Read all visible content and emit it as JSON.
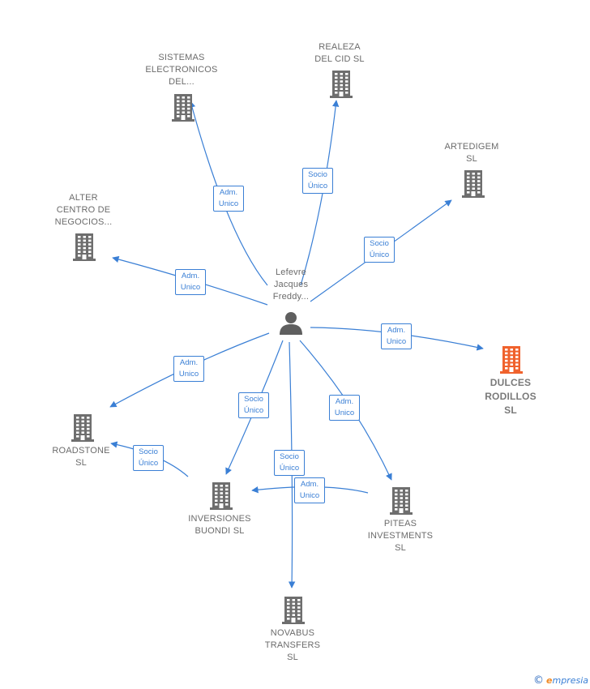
{
  "center": {
    "label": [
      "Lefevre",
      "Jacques",
      "Freddy..."
    ],
    "icon": "person-icon"
  },
  "companies": [
    {
      "id": "sistemas",
      "label": [
        "SISTEMAS",
        "ELECTRONICOS",
        "DEL..."
      ],
      "highlight": false
    },
    {
      "id": "realeza",
      "label": [
        "REALEZA",
        "DEL CID  SL"
      ],
      "highlight": false
    },
    {
      "id": "artedigem",
      "label": [
        "ARTEDIGEM",
        "SL"
      ],
      "highlight": false
    },
    {
      "id": "alter",
      "label": [
        "ALTER",
        "CENTRO DE",
        "NEGOCIOS..."
      ],
      "highlight": false
    },
    {
      "id": "dulces",
      "label": [
        "DULCES",
        "RODILLOS",
        "SL"
      ],
      "highlight": true
    },
    {
      "id": "roadstone",
      "label": [
        "ROADSTONE",
        "SL"
      ],
      "highlight": false
    },
    {
      "id": "inversiones",
      "label": [
        "INVERSIONES",
        "BUONDI  SL"
      ],
      "highlight": false
    },
    {
      "id": "piteas",
      "label": [
        "PITEAS",
        "INVESTMENTS",
        "SL"
      ],
      "highlight": false
    },
    {
      "id": "novabus",
      "label": [
        "NOVABUS",
        "TRANSFERS",
        "SL"
      ],
      "highlight": false
    }
  ],
  "relations": [
    {
      "from": "center",
      "to": "sistemas",
      "label": [
        "Adm.",
        "Unico"
      ]
    },
    {
      "from": "center",
      "to": "realeza",
      "label": [
        "Socio",
        "Único"
      ]
    },
    {
      "from": "center",
      "to": "artedigem",
      "label": [
        "Socio",
        "Único"
      ]
    },
    {
      "from": "center",
      "to": "alter",
      "label": [
        "Adm.",
        "Unico"
      ]
    },
    {
      "from": "center",
      "to": "dulces",
      "label": [
        "Adm.",
        "Unico"
      ]
    },
    {
      "from": "center",
      "to": "roadstone",
      "label": [
        "Adm.",
        "Unico"
      ]
    },
    {
      "from": "center",
      "to": "inversiones",
      "label": [
        "Socio",
        "Único"
      ]
    },
    {
      "from": "center",
      "to": "piteas",
      "label": [
        "Adm.",
        "Unico"
      ]
    },
    {
      "from": "center",
      "to": "novabus",
      "label": [
        "Socio",
        "Único"
      ]
    },
    {
      "from": "inversiones",
      "to": "roadstone",
      "label": [
        "Socio",
        "Único"
      ]
    },
    {
      "from": "piteas",
      "to": "inversiones",
      "label": [
        "Adm.",
        "Unico"
      ]
    }
  ],
  "colors": {
    "edge": "#3a7fd5",
    "building": "#6e6e6e",
    "building_highlight": "#f0622d",
    "person": "#5f5f5f"
  },
  "footer": {
    "copyright": "©",
    "brand_initial": "e",
    "brand_rest": "mpresia"
  }
}
